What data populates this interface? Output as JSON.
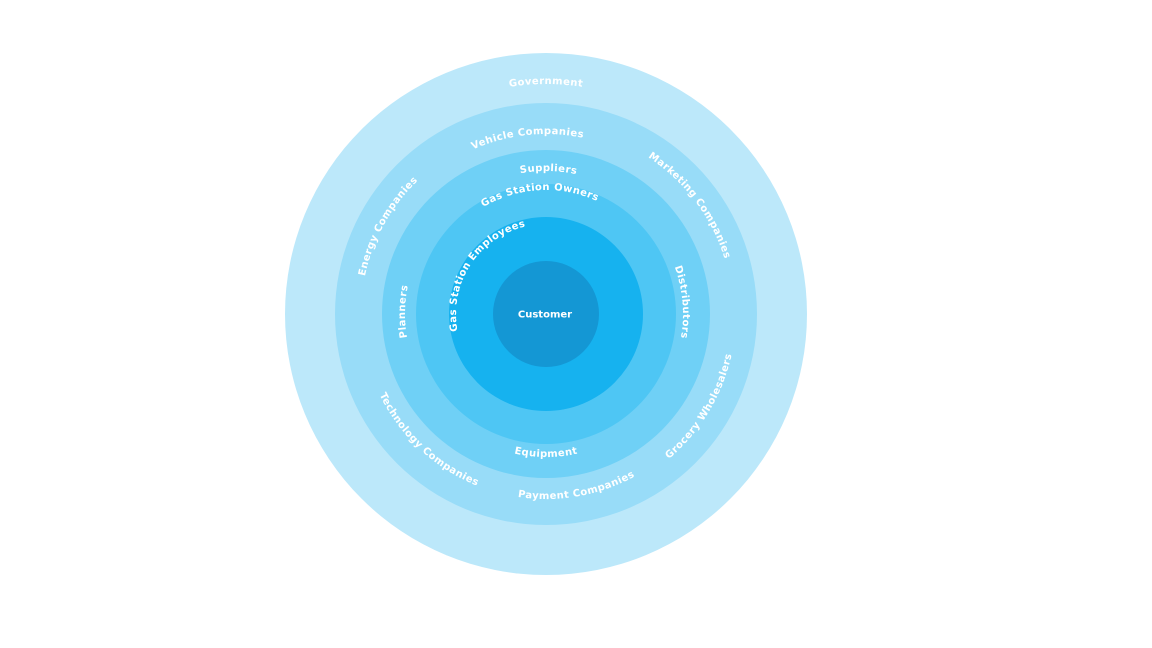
{
  "diagram": {
    "center": {
      "label": "Customer",
      "color": "#1497d4"
    },
    "rings": [
      {
        "color": "#16b2ef",
        "labels": [
          "Gas Station Employees"
        ]
      },
      {
        "color": "#4ec6f4",
        "labels": [
          "Gas Station Owners",
          "Distributors",
          "Equipment",
          "Planners"
        ]
      },
      {
        "color": "#6fd0f6",
        "labels": [
          "Suppliers"
        ]
      },
      {
        "color": "#98dcf8",
        "labels": [
          "Vehicle Companies",
          "Marketing Companies",
          "Grocery Wholesalers",
          "Payment Companies",
          "Technology Companies",
          "Energy Companies"
        ]
      },
      {
        "color": "#bce8fa",
        "labels": [
          "Government"
        ]
      }
    ]
  }
}
